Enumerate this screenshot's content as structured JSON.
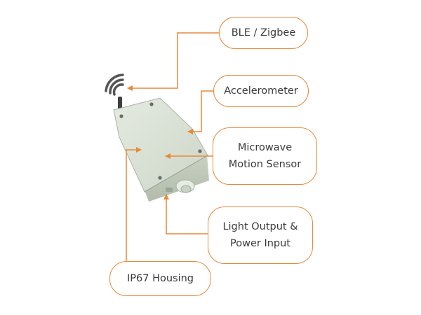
{
  "colors": {
    "accent": "#e8893a",
    "text": "#3a3a3a",
    "housing": "#d4dccf",
    "wireless_icon": "#555555"
  },
  "icons": {
    "wireless": "wifi-signal-icon"
  },
  "labels": {
    "ble_zigbee": "BLE / Zigbee",
    "accelerometer": "Accelerometer",
    "microwave_line1": "Microwave",
    "microwave_line2": "Motion Sensor",
    "light_line1": "Light Output &",
    "light_line2": "Power Input",
    "ip67": "IP67 Housing"
  }
}
